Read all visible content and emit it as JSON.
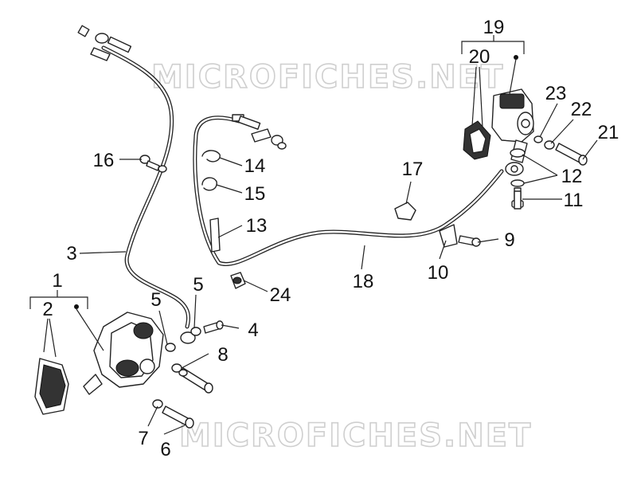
{
  "watermark": "MICROFICHES.NET",
  "callouts": {
    "p1": "1",
    "p2": "2",
    "p3": "3",
    "p4": "4",
    "p5a": "5",
    "p5b": "5",
    "p6": "6",
    "p7": "7",
    "p8": "8",
    "p9": "9",
    "p10": "10",
    "p11": "11",
    "p12": "12",
    "p13": "13",
    "p14": "14",
    "p15": "15",
    "p16": "16",
    "p17": "17",
    "p18": "18",
    "p19": "19",
    "p20": "20",
    "p21": "21",
    "p22": "22",
    "p23": "23",
    "p24": "24"
  }
}
